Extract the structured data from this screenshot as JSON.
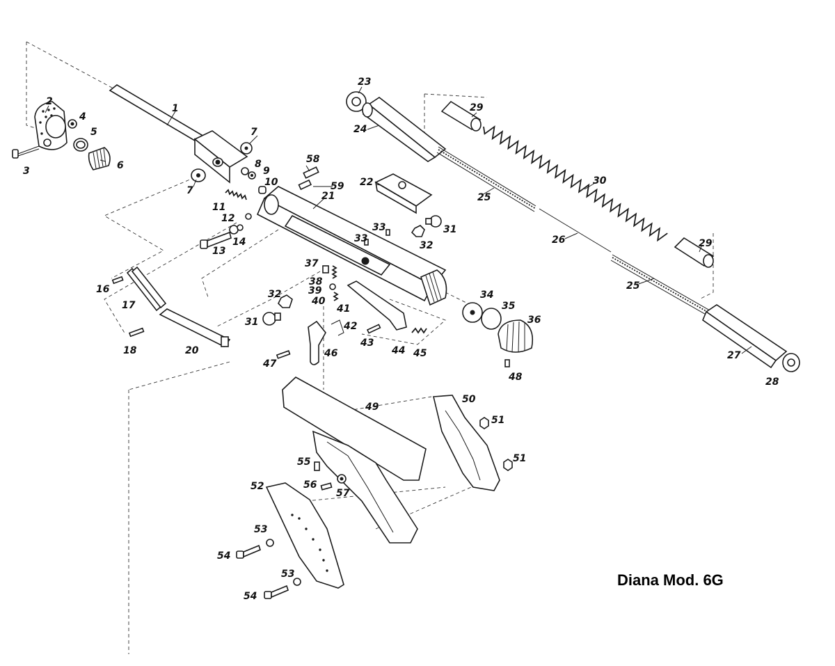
{
  "title": "Diana Mod. 6G",
  "part_numbers": [
    "1",
    "2",
    "3",
    "4",
    "5",
    "6",
    "7",
    "7",
    "8",
    "9",
    "10",
    "11",
    "12",
    "13",
    "14",
    "16",
    "17",
    "18",
    "20",
    "21",
    "22",
    "23",
    "24",
    "25",
    "25",
    "26",
    "27",
    "28",
    "29",
    "29",
    "30",
    "31",
    "31",
    "32",
    "32",
    "33",
    "33",
    "34",
    "35",
    "36",
    "37",
    "38",
    "39",
    "40",
    "41",
    "42",
    "43",
    "44",
    "45",
    "46",
    "47",
    "48",
    "49",
    "50",
    "51",
    "51",
    "52",
    "53",
    "53",
    "54",
    "54",
    "55",
    "56",
    "57",
    "58",
    "59"
  ]
}
